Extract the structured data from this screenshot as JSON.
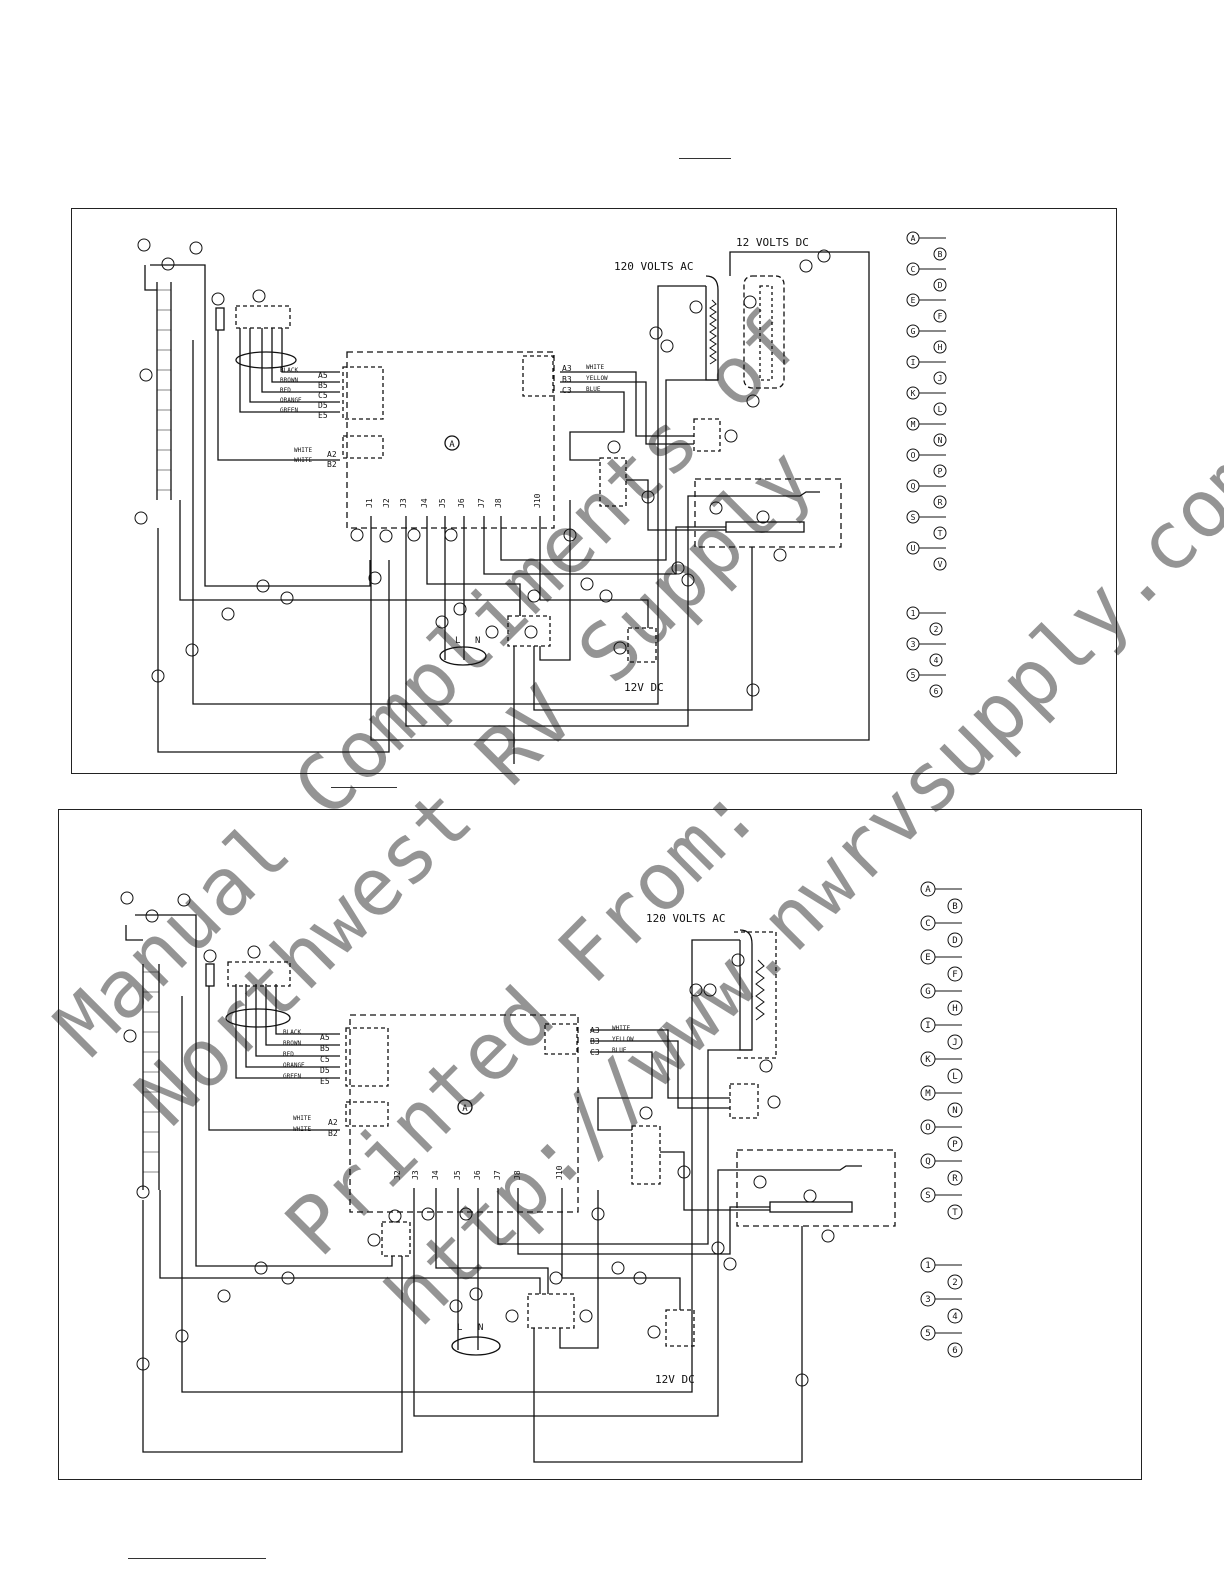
{
  "diagram1": {
    "voltage_ac": "120 VOLTS AC",
    "voltage_dc": "12 VOLTS DC",
    "supply_dc": "12V DC",
    "board_label": "A",
    "terminals": [
      "J1",
      "J2",
      "J3",
      "J4",
      "J5",
      "J6",
      "J7",
      "J8",
      "J10"
    ],
    "connector_left_upper": {
      "pins": [
        "A5",
        "B5",
        "C5",
        "D5",
        "E5"
      ],
      "wires": [
        "BLACK",
        "BROWN",
        "RED",
        "ORANGE",
        "GREEN"
      ]
    },
    "connector_left_lower": {
      "pins": [
        "A2",
        "B2"
      ],
      "wires": [
        "WHITE",
        "WHITE"
      ]
    },
    "connector_right": {
      "pins": [
        "A3",
        "B3",
        "C3"
      ],
      "wires": [
        "WHITE",
        "YELLOW",
        "BLUE"
      ]
    },
    "legend_letters": [
      "A",
      "B",
      "C",
      "D",
      "E",
      "F",
      "G",
      "H",
      "I",
      "J",
      "K",
      "L",
      "M",
      "N",
      "O",
      "P",
      "Q",
      "R",
      "S",
      "T",
      "U",
      "V"
    ],
    "legend_numbers": [
      "1",
      "2",
      "3",
      "4",
      "5",
      "6"
    ]
  },
  "diagram2": {
    "voltage_ac": "120 VOLTS AC",
    "supply_dc": "12V DC",
    "board_label": "A",
    "terminals": [
      "J2",
      "J3",
      "J4",
      "J5",
      "J6",
      "J7",
      "J8",
      "J10"
    ],
    "connector_left_upper": {
      "pins": [
        "A5",
        "B5",
        "C5",
        "D5",
        "E5"
      ],
      "wires": [
        "BLACK",
        "BROWN",
        "RED",
        "ORANGE",
        "GREEN"
      ]
    },
    "connector_left_lower": {
      "pins": [
        "A2",
        "B2"
      ],
      "wires": [
        "WHITE",
        "WHITE"
      ]
    },
    "connector_right": {
      "pins": [
        "A3",
        "B3",
        "C3"
      ],
      "wires": [
        "WHITE",
        "YELLOW",
        "BLUE"
      ]
    },
    "legend_letters": [
      "A",
      "B",
      "C",
      "D",
      "E",
      "F",
      "G",
      "H",
      "I",
      "J",
      "K",
      "L",
      "M",
      "N",
      "O",
      "P",
      "Q",
      "R",
      "S",
      "T"
    ],
    "legend_numbers": [
      "1",
      "2",
      "3",
      "4",
      "5",
      "6"
    ]
  },
  "line_labels": {
    "L": "L",
    "N": "N"
  },
  "watermark": [
    "Manual Compliments of",
    "Northwest RV Supply",
    "Printed From:",
    "http://www.nwrvsupply.com"
  ]
}
